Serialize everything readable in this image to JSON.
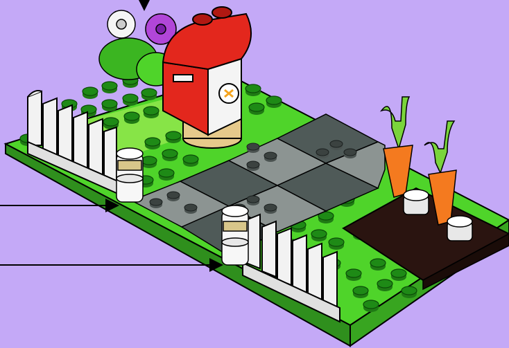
{
  "colors": {
    "background": "#c4a9f7",
    "baseplate_green": "#4fd42a",
    "baseplate_edge": "#2f8f1d",
    "light_green": "#8de64a",
    "tile_dark": "#4f5a58",
    "tile_light": "#8c9492",
    "soil": "#2a1410",
    "fence_white": "#f2f2f2",
    "mailbox_red": "#e3271d",
    "mailbox_white": "#f4f4f4",
    "tan": "#e6c98b",
    "carrot_orange": "#f47a1f",
    "carrot_leaf": "#7ad43b",
    "flower_purple": "#b146d8",
    "leaf_green": "#3bb521",
    "stud_trans": "#e8e8e8",
    "arrow": "#000000"
  },
  "scene": {
    "subject": "lego-garden-model",
    "parts": [
      "baseplate",
      "tile-path",
      "fence-left",
      "fence-right",
      "mailbox",
      "flower-bush",
      "carrot-left",
      "carrot-right",
      "lamp-left",
      "lamp-right",
      "soil-bed"
    ],
    "callout_arrows": 3
  }
}
